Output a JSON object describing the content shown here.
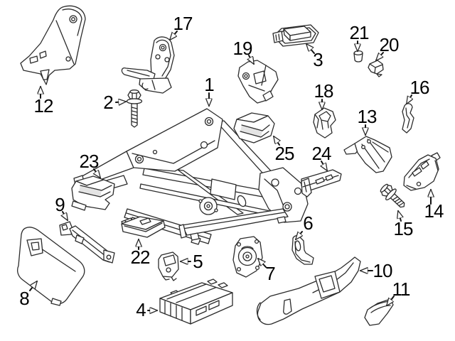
{
  "diagram": {
    "description": "Exploded parts diagram of a vehicle power seat frame with numbered callouts",
    "colors": {
      "background": "#ffffff",
      "line": "#2b2b2b",
      "label": "#000000"
    },
    "parts": [
      {
        "number": "1"
      },
      {
        "number": "2"
      },
      {
        "number": "3"
      },
      {
        "number": "4"
      },
      {
        "number": "5"
      },
      {
        "number": "6"
      },
      {
        "number": "7"
      },
      {
        "number": "8"
      },
      {
        "number": "9"
      },
      {
        "number": "10"
      },
      {
        "number": "11"
      },
      {
        "number": "12"
      },
      {
        "number": "13"
      },
      {
        "number": "14"
      },
      {
        "number": "15"
      },
      {
        "number": "16"
      },
      {
        "number": "17"
      },
      {
        "number": "18"
      },
      {
        "number": "19"
      },
      {
        "number": "20"
      },
      {
        "number": "21"
      },
      {
        "number": "22"
      },
      {
        "number": "23"
      },
      {
        "number": "24"
      },
      {
        "number": "25"
      }
    ]
  }
}
